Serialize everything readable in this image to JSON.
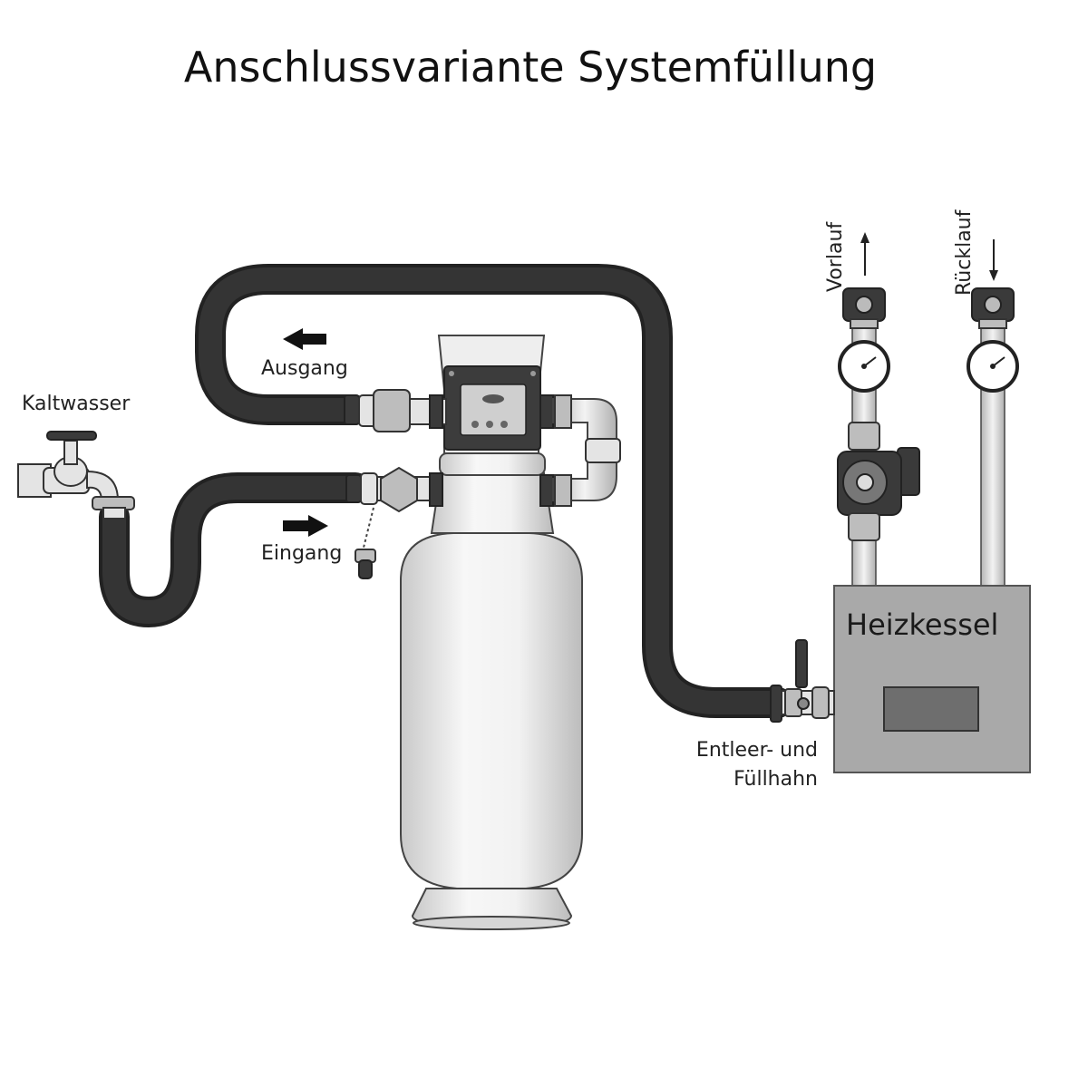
{
  "title": "Anschlussvariante Systemfüllung",
  "labels": {
    "kaltwasser": "Kaltwasser",
    "ausgang": "Ausgang",
    "eingang": "Eingang",
    "vorlauf": "Vorlauf",
    "ruecklauf": "Rücklauf",
    "heizkessel": "Heizkessel",
    "entleer_line1": "Entleer- und",
    "entleer_line2": "Füllhahn"
  },
  "colors": {
    "hose": "#222222",
    "boiler": "#a9a9a9",
    "tank": "#ececec",
    "outline": "#333333"
  }
}
